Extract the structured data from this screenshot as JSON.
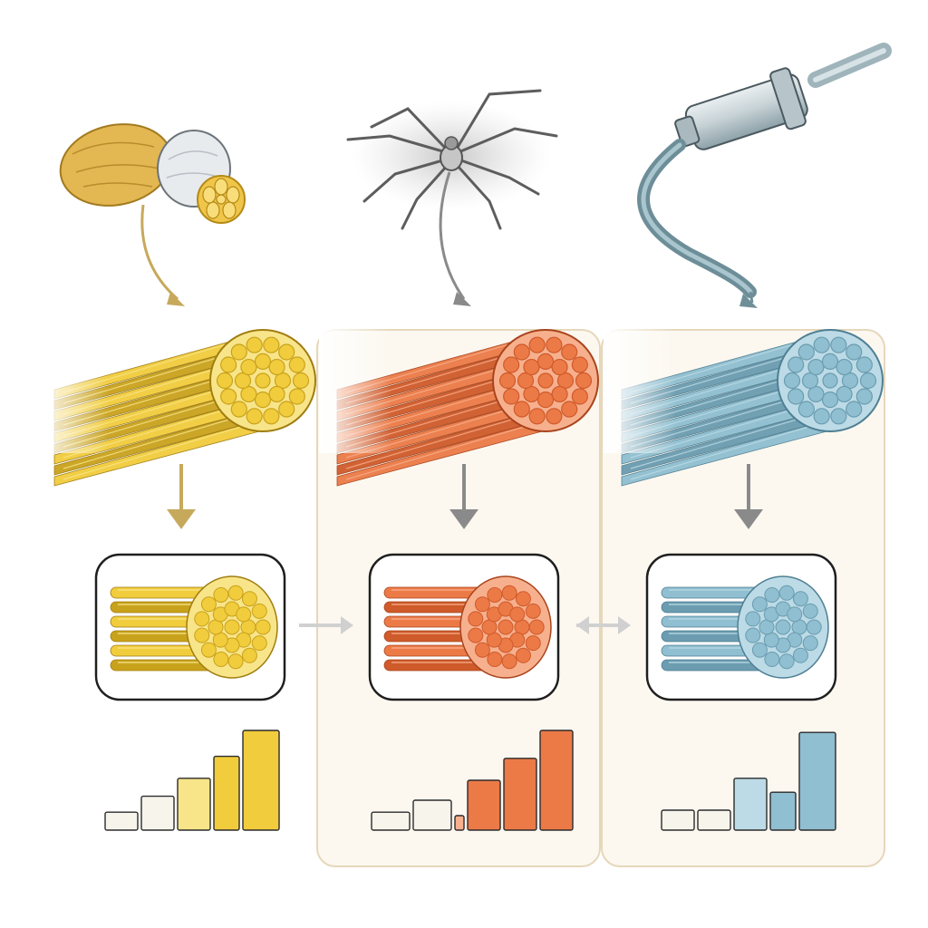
{
  "figure": {
    "columns": [
      {
        "id": "silk",
        "source_icon": "silkworm-cocoon-icon",
        "palette": {
          "light": "#f8e58a",
          "main": "#f1cc3c",
          "dark": "#c9a21c",
          "edge": "#a07d10"
        },
        "highlighted": false,
        "bars": [
          0.18,
          0.34,
          0.52,
          0.74,
          1.0
        ]
      },
      {
        "id": "spider-silk",
        "source_icon": "spider-icon",
        "palette": {
          "light": "#f7b08e",
          "main": "#ec7a47",
          "dark": "#cf5a2a",
          "edge": "#a9441c"
        },
        "highlighted": true,
        "bars": [
          0.18,
          0.3,
          0.12,
          0.5,
          0.72,
          1.0
        ]
      },
      {
        "id": "synthetic-fiber",
        "source_icon": "extrusion-nozzle-icon",
        "palette": {
          "light": "#bcdbe6",
          "main": "#8fbfd0",
          "dark": "#6b9cb0",
          "edge": "#4f7f93"
        },
        "highlighted": true,
        "bars": [
          0.2,
          0.2,
          0.52,
          0.38,
          0.98
        ]
      }
    ],
    "connectors": [
      {
        "from": "silk",
        "to": "spider-silk",
        "style": "one-way-arrow"
      },
      {
        "from": "spider-silk",
        "to": "synthetic-fiber",
        "style": "two-way-arrow"
      }
    ],
    "colors": {
      "panel_fill": "#fcf8f0",
      "panel_border": "#e6d7bb",
      "card_border": "#1f1f1f",
      "arrow_gray": "#8a8a8a",
      "arrow_gold": "#c7a95c",
      "connector": "#d0d0d0"
    }
  }
}
